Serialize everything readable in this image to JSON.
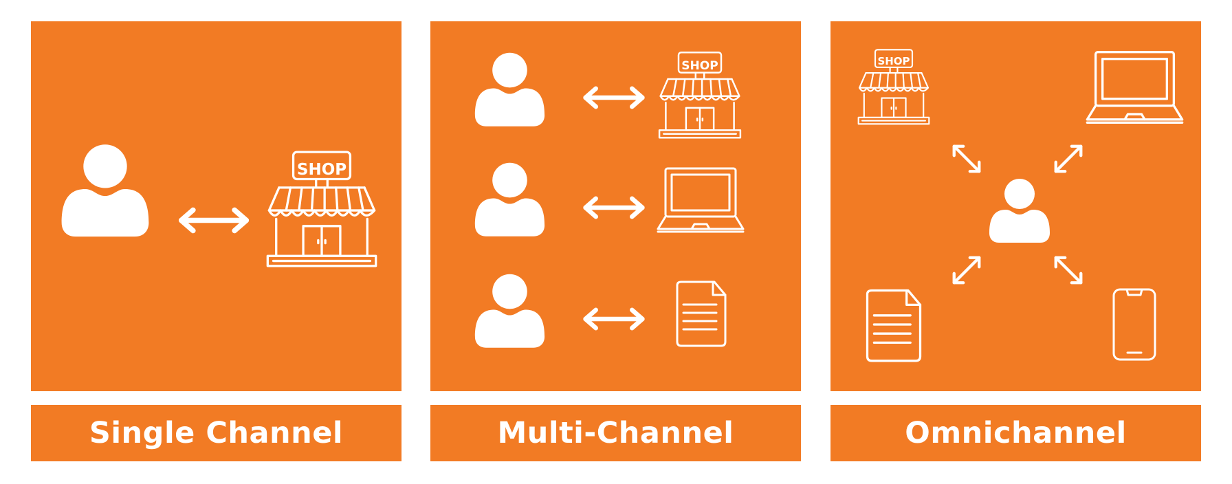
{
  "panels": [
    {
      "caption": "Single Channel",
      "shop_sign": "SHOP"
    },
    {
      "caption": "Multi-Channel",
      "shop_sign": "SHOP"
    },
    {
      "caption": "Omnichannel",
      "shop_sign": "SHOP"
    }
  ],
  "colors": {
    "accent": "#f27b24",
    "foreground": "#ffffff"
  },
  "icons": [
    "person-icon",
    "double-arrow-icon",
    "shop-icon",
    "laptop-icon",
    "document-icon",
    "smartphone-icon"
  ]
}
